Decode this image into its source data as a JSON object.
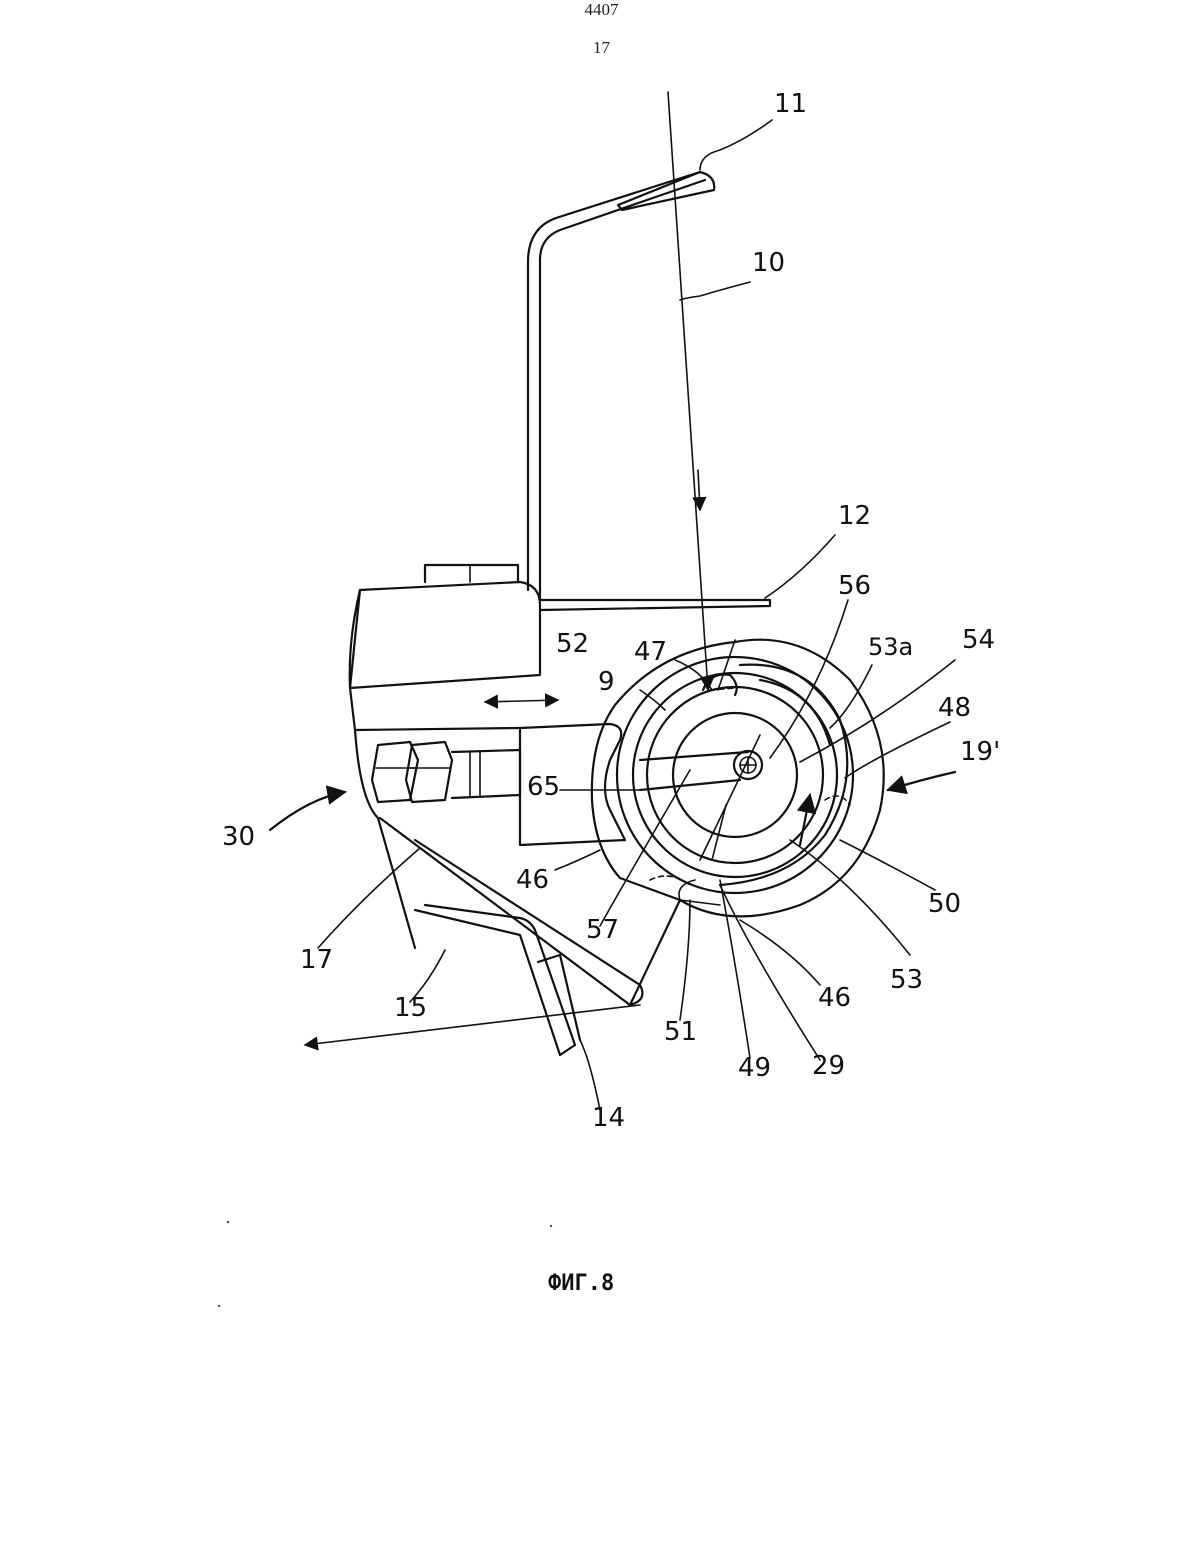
{
  "header": {
    "page_number": "4407",
    "sheet_number": "17"
  },
  "figure": {
    "caption": "ФИГ.8",
    "labels": {
      "l11": "11",
      "l10": "10",
      "l12": "12",
      "l56": "56",
      "l47": "47",
      "l53a": "53a",
      "l54": "54",
      "l52": "52",
      "l9": "9",
      "l48": "48",
      "l19p": "19'",
      "l65": "65",
      "l30": "30",
      "l46a": "46",
      "l57": "57",
      "l50": "50",
      "l17": "17",
      "l53": "53",
      "l46b": "46",
      "l15": "15",
      "l51": "51",
      "l29": "29",
      "l49": "49",
      "l14": "14"
    }
  }
}
